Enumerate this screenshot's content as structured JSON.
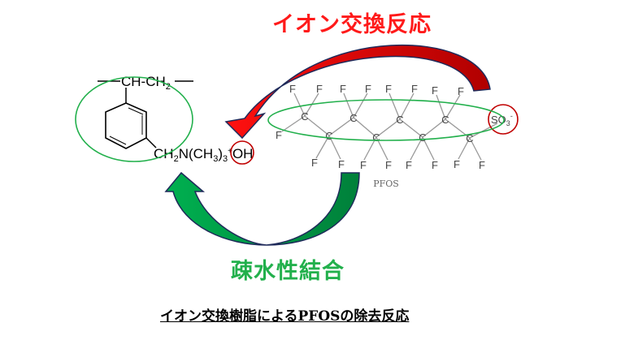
{
  "labels": {
    "ion_exchange": "イオン交換反応",
    "hydrophobic_bond": "疎水性結合",
    "caption": "イオン交換樹脂によるPFOSの除去反応",
    "pfos": "PFOS"
  },
  "resin": {
    "backbone": "CH-CH",
    "backbone_sub": "2",
    "group_parts": [
      "CH",
      "2",
      "N(CH",
      "3",
      ")",
      "3",
      "+",
      "OH"
    ]
  },
  "pfos_molecule": {
    "carbon": "C",
    "fluorine": "F",
    "head": "SO",
    "head_sub": "3",
    "head_sup": "-"
  },
  "colors": {
    "red_arrow": "#e60000",
    "green_arrow": "#0a9a3e",
    "ellipse_green": "#22b04c",
    "circle_red": "#c00000",
    "outline": "#1f2a5a"
  }
}
